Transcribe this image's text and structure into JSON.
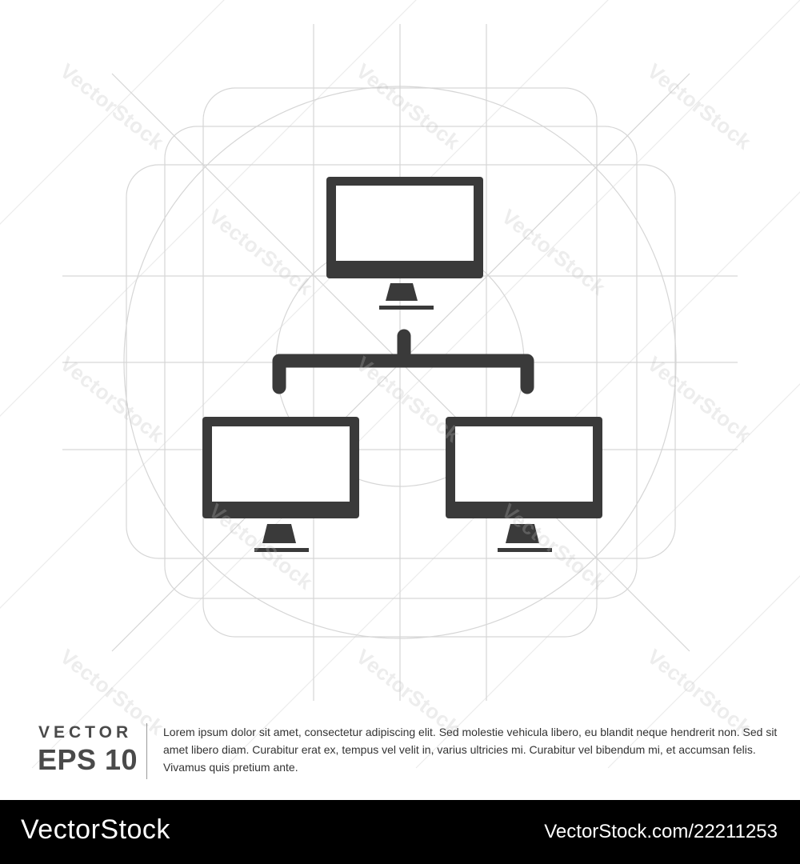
{
  "watermark_text": "VectorStock",
  "caption": {
    "vector_label": "VECTOR",
    "eps_label": "EPS 10",
    "body": "Lorem ipsum dolor sit amet, consectetur adipiscing elit. Sed molestie vehicula libero, eu blandit neque hendrerit non. Sed sit amet libero diam. Curabitur erat ex, tempus vel velit in, varius ultricies mi. Curabitur vel bibendum mi, et accumsan felis. Vivamus quis pretium ante."
  },
  "footer": {
    "brand": "VectorStock",
    "image_ref": "VectorStock.com/22211253"
  },
  "icon": {
    "name": "computer-network-icon",
    "color": "#3a3a3a"
  },
  "colors": {
    "footer_background": "#000000",
    "guide_lines": "#d4d4d4"
  }
}
